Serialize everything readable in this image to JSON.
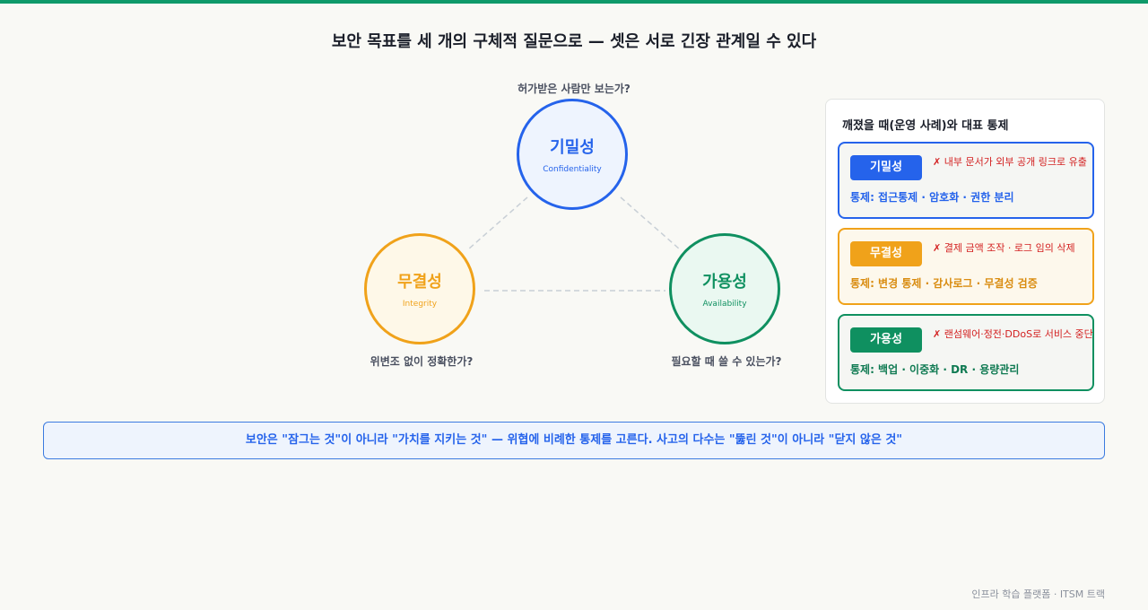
{
  "title": "보안 목표를 세 개의 구체적 질문으로 — 셋은 서로 긴장 관계일 수 있다",
  "triad": {
    "confidentiality": {
      "name": "기밀성",
      "en": "Confidentiality",
      "question": "허가받은 사람만 보는가?"
    },
    "integrity": {
      "name": "무결성",
      "en": "Integrity",
      "question": "위변조 없이 정확한가?"
    },
    "availability": {
      "name": "가용성",
      "en": "Availability",
      "question": "필요할 때 쓸 수 있는가?"
    }
  },
  "panel": {
    "title": "깨졌을 때(운영 사례)와 대표 통제",
    "cards": [
      {
        "badge": "기밀성",
        "incident": "✗ 내부 문서가 외부 공개 링크로 유출",
        "control": "통제: 접근통제 · 암호화 · 권한 분리"
      },
      {
        "badge": "무결성",
        "incident": "✗ 결제 금액 조작 · 로그 임의 삭제",
        "control": "통제: 변경 통제 · 감사로그 · 무결성 검증"
      },
      {
        "badge": "가용성",
        "incident": "✗ 랜섬웨어·정전·DDoS로 서비스 중단",
        "control": "통제: 백업 · 이중화 · DR · 용량관리"
      }
    ]
  },
  "banner": "보안은 \"잠그는 것\"이 아니라 \"가치를 지키는 것\" — 위협에 비례한 통제를 고른다. 사고의 다수는 \"뚫린 것\"이 아니라 \"닫지 않은 것\"",
  "footer": "인프라 학습 플랫폼 · ITSM 트랙",
  "colors": {
    "confidentiality": "#2563eb",
    "integrity": "#f0a21a",
    "availability": "#0f9060",
    "incident": "#d32020",
    "top_bar": "#0f9a6a"
  }
}
